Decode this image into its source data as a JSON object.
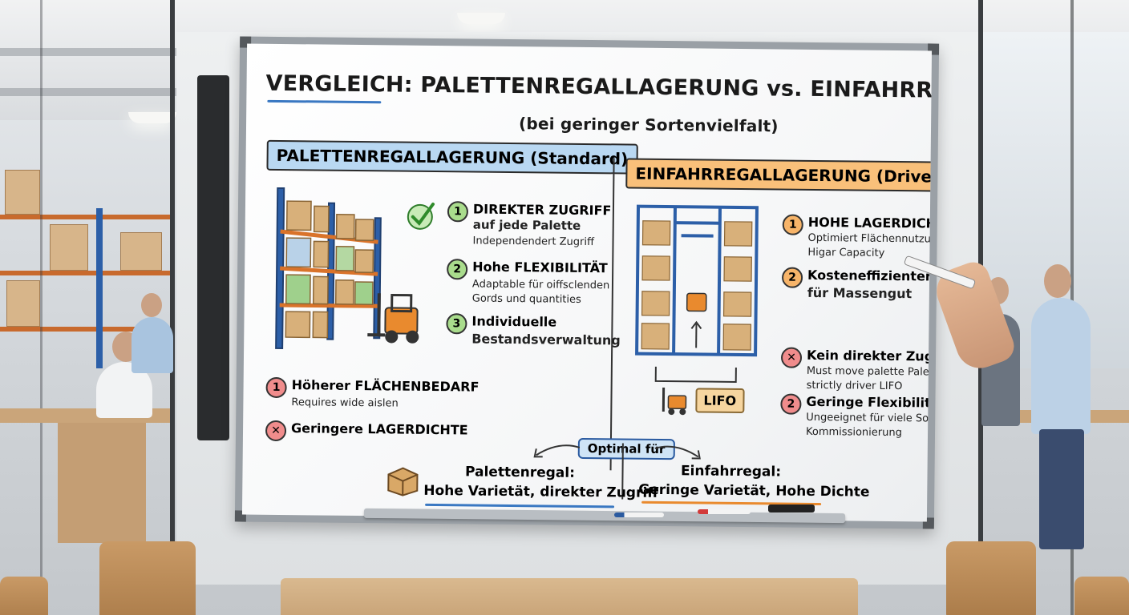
{
  "board": {
    "title": "VERGLEICH:  PALETTENREGALLAGERUNG vs. EINFAHRREGALLAGERUNG",
    "subtitle": "(bei geringer Sortenvielfalt)",
    "left": {
      "header": "PALETTENREGALLAGERUNG (Standard)",
      "pros": [
        {
          "num": "1",
          "heading": "DIREKTER ZUGRIFF",
          "sub": [
            "auf jede Palette",
            "Independendert Zugriff"
          ]
        },
        {
          "num": "2",
          "heading": "Hohe FLEXIBILITÄT",
          "sub": [
            "Adaptable für oiffsclenden",
            "Gords und quantities"
          ]
        },
        {
          "num": "3",
          "heading": "Individuelle",
          "sub": [
            "Bestandsverwaltung"
          ]
        }
      ],
      "cons": [
        {
          "num": "1",
          "heading": "Höherer FLÄCHENBEDARF",
          "sub": [
            "Requires wide aislen"
          ]
        },
        {
          "num": "✕",
          "heading": "Geringere LAGERDICHTE",
          "sub": []
        }
      ]
    },
    "right": {
      "header": "EINFAHRREGALLAGERUNG (Drive-in)",
      "pros": [
        {
          "num": "1",
          "heading": "HOHE LAGERDICHTE",
          "sub": [
            "Optimiert Flächennutzung,",
            "Higar Capacity"
          ]
        },
        {
          "num": "2",
          "heading": "Kosteneffizienter",
          "sub": [
            "für Massengut"
          ]
        }
      ],
      "cons": [
        {
          "num": "✕",
          "heading": "Kein direkter Zugriff",
          "sub": [
            "Must move palette Paletts,",
            "strictly driver LIFO"
          ]
        },
        {
          "num": "2",
          "heading": "Geringe Flexibilität",
          "sub": [
            "Ungeeignet für viele Sorten,",
            "Kommissionierung"
          ]
        }
      ],
      "lifo_label": "LIFO"
    },
    "bottom": {
      "pill": "Optimal für",
      "left_line1": "Palettenregal:",
      "left_line2": "Hohe Varietät, direkter Zugriff",
      "right_line1": "Einfahrregal:",
      "right_line2": "Geringe Varietät, Hohe Dichte"
    }
  },
  "colors": {
    "blue_header": "#b9d8f2",
    "orange_header": "#f9c07a",
    "green_number": "#a9dc8c",
    "red_number": "#f08c8c",
    "rack_blue": "#2c5fa8",
    "forklift_orange": "#e98a2e"
  },
  "icons": [
    "checkmark-icon",
    "forklift-icon",
    "pallet-rack-icon",
    "drive-in-rack-icon",
    "box-icon",
    "cross-icon"
  ]
}
